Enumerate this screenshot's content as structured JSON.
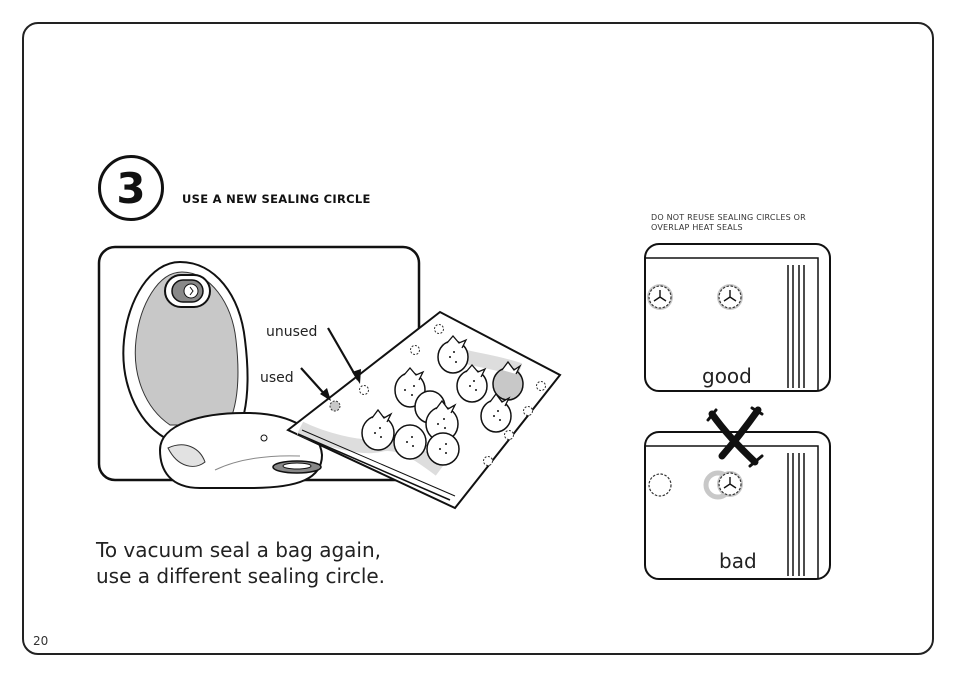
{
  "step": {
    "number": "3",
    "title": "USE A NEW SEALING CIRCLE"
  },
  "illustration": {
    "label_unused": "unused",
    "label_used": "used"
  },
  "caption": {
    "line1": "To vacuum seal a bag again,",
    "line2": "use a different sealing circle."
  },
  "warning": {
    "line1": "DO NOT REUSE SEALING CIRCLES OR",
    "line2": "OVERLAP HEAT SEALS"
  },
  "examples": {
    "good_label": "good",
    "bad_label": "bad"
  },
  "page_number": "20",
  "colors": {
    "ink": "#111111",
    "gray_fill": "#c8c8c8",
    "light_gray": "#e2e2e2"
  }
}
